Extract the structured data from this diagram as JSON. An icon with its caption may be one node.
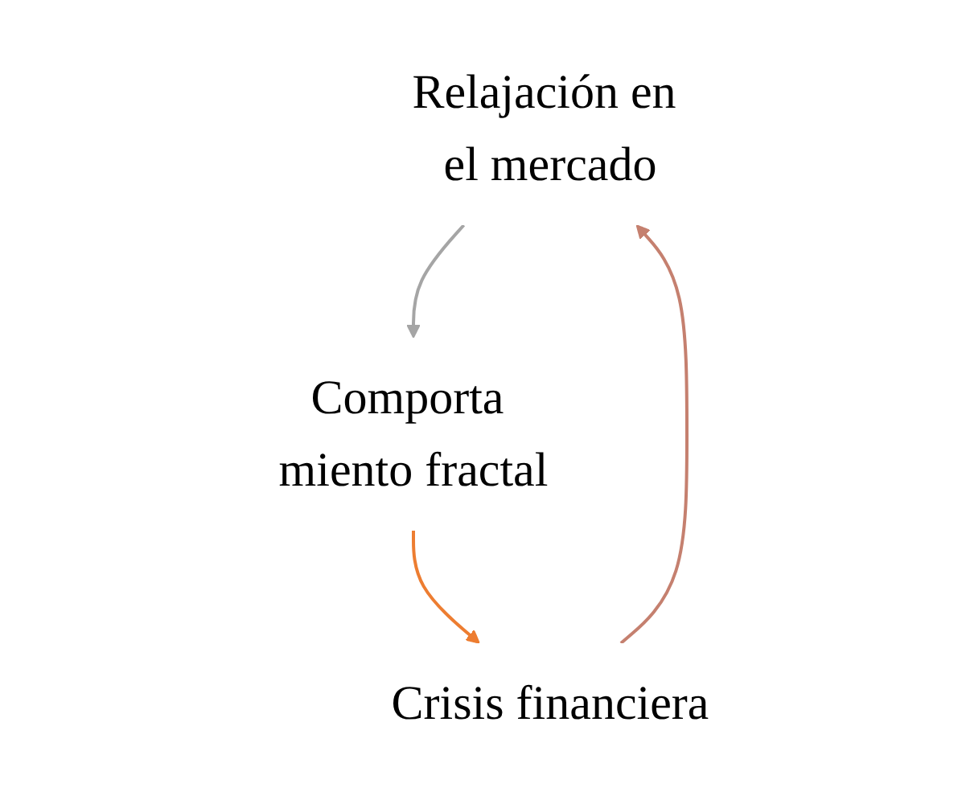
{
  "diagram": {
    "nodes": [
      {
        "text": [
          "Relajación en el mercado"
        ]
      },
      {
        "text": [
          "Comporta miento fractal"
        ]
      },
      {
        "text": [
          "Crisis financiera"
        ]
      }
    ],
    "edges": [
      {
        "from": 0,
        "to": 1,
        "arrow": "to",
        "color": "#a5a5a5"
      },
      {
        "from": 1,
        "to": 2,
        "arrow": "to",
        "color": "#ed7d31"
      },
      {
        "from": 2,
        "to": 0,
        "arrow": "to",
        "color": "#c5806f"
      }
    ]
  }
}
